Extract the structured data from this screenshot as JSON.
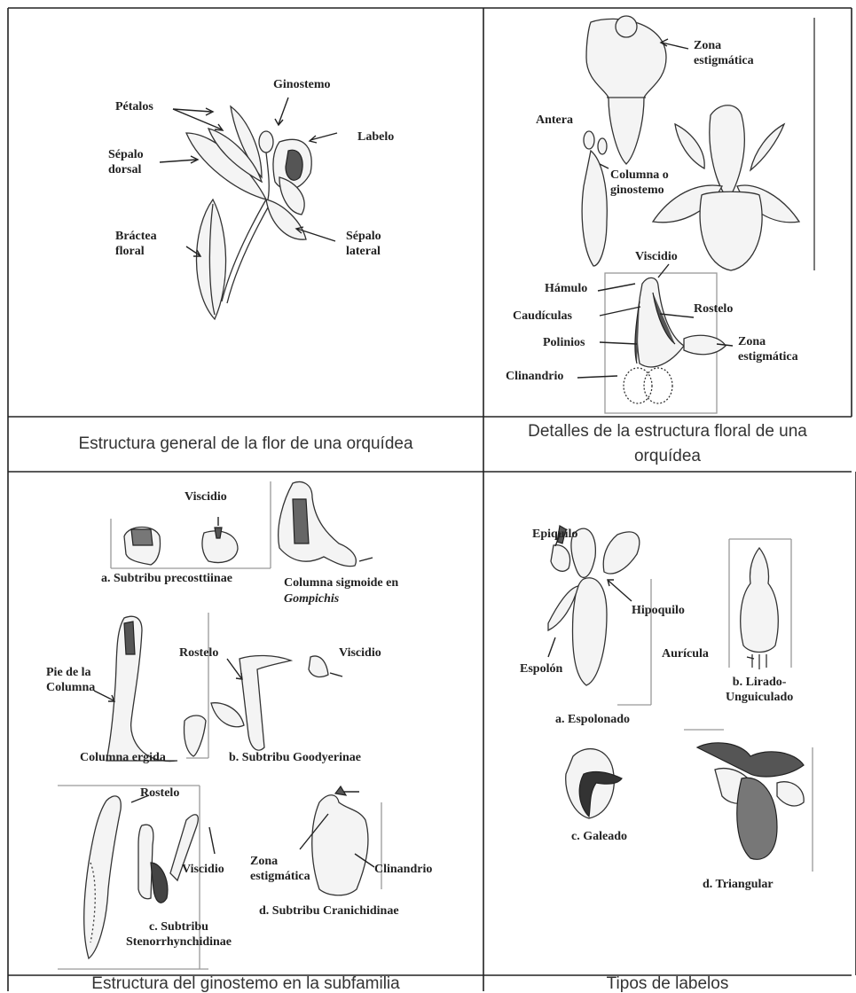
{
  "captions": {
    "top_left": "Estructura general de la flor de una orquídea",
    "top_right": "Detalles de la estructura floral de una orquídea",
    "bottom_left": "Estructura del ginostemo en la subfamilia",
    "bottom_right": "Tipos de labelos"
  },
  "panel1": {
    "petalos": "Pétalos",
    "ginostemo": "Ginostemo",
    "sepalo_dorsal": "Sépalo\ndorsal",
    "labelo": "Labelo",
    "bractea": "Bráctea\nfloral",
    "sepalo_lateral": "Sépalo\nlateral"
  },
  "panel2": {
    "zona_estigmatica_top": "Zona\nestigmática",
    "antera": "Antera",
    "columna": "Columna o\nginostemo",
    "viscidio": "Viscidio",
    "hamulo": "Hámulo",
    "caudiculas": "Caudículas",
    "rostelo": "Rostelo",
    "polinios": "Polinios",
    "zona_estigmatica_bottom": "Zona\nestigmática",
    "clinandrio": "Clinandrio"
  },
  "panel3": {
    "viscidio_a": "Viscidio",
    "subtribu_a": "a. Subtribu precosttiinae",
    "columna_sigmoide": "Columna sigmoide en",
    "gompichis": "Gompichis",
    "rostelo_b": "Rostelo",
    "viscidio_b": "Viscidio",
    "pie_columna": "Pie de la\nColumna",
    "columna_ergida": "Columna ergida",
    "subtribu_b": "b. Subtribu Goodyerinae",
    "rostelo_c": "Rostelo",
    "viscidio_c": "Viscidio",
    "subtribu_c": "c. Subtribu\nStenorrhynchidinae",
    "zona_estigmatica_d": "Zona\nestigmática",
    "clinandrio_d": "Clinandrio",
    "subtribu_d": "d. Subtribu Cranichidinae"
  },
  "panel4": {
    "epiquilo": "Epiquilo",
    "hipoquilo": "Hipoquilo",
    "espolon": "Espolón",
    "espolonado": "a. Espolonado",
    "auricula": "Aurícula",
    "lirado": "b. Lirado-\nUnguiculado",
    "galeado": "c. Galeado",
    "triangular": "d. Triangular"
  }
}
